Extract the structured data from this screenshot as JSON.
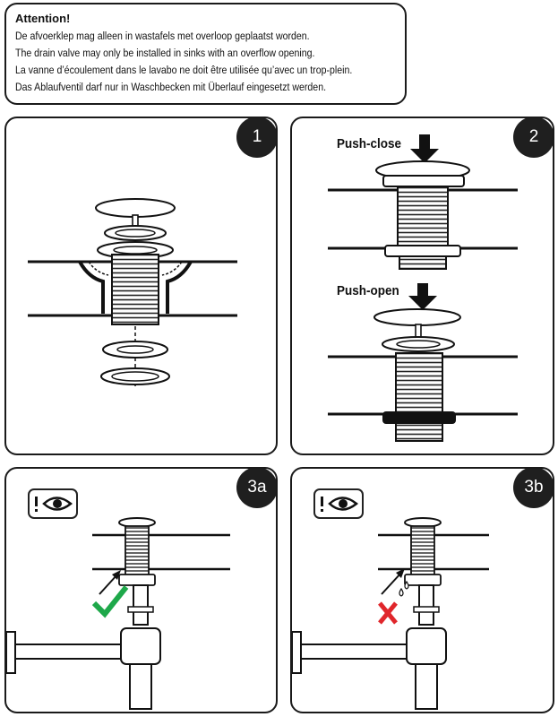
{
  "notice": {
    "title": "Attention!",
    "lines": [
      "De afvoerklep mag alleen in wastafels met overloop geplaatst worden.",
      "The drain valve may only be installed in sinks with an overflow opening.",
      "La vanne d’écoulement dans le lavabo ne doit être utilisée qu’avec un trop-plein.",
      "Das Ablaufventil darf nur in Waschbecken mit Überlauf eingesetzt werden."
    ]
  },
  "panels": {
    "p1": {
      "badge": "1"
    },
    "p2": {
      "badge": "2",
      "push_close": "Push-close",
      "push_open": "Push-open"
    },
    "p3a": {
      "badge": "3a",
      "eye_icon": "eye-attention-icon",
      "status_icon": "check-icon",
      "status_color": "#1ea84a"
    },
    "p3b": {
      "badge": "3b",
      "eye_icon": "eye-attention-icon",
      "status_icon": "cross-icon",
      "status_color": "#e0262b"
    }
  }
}
